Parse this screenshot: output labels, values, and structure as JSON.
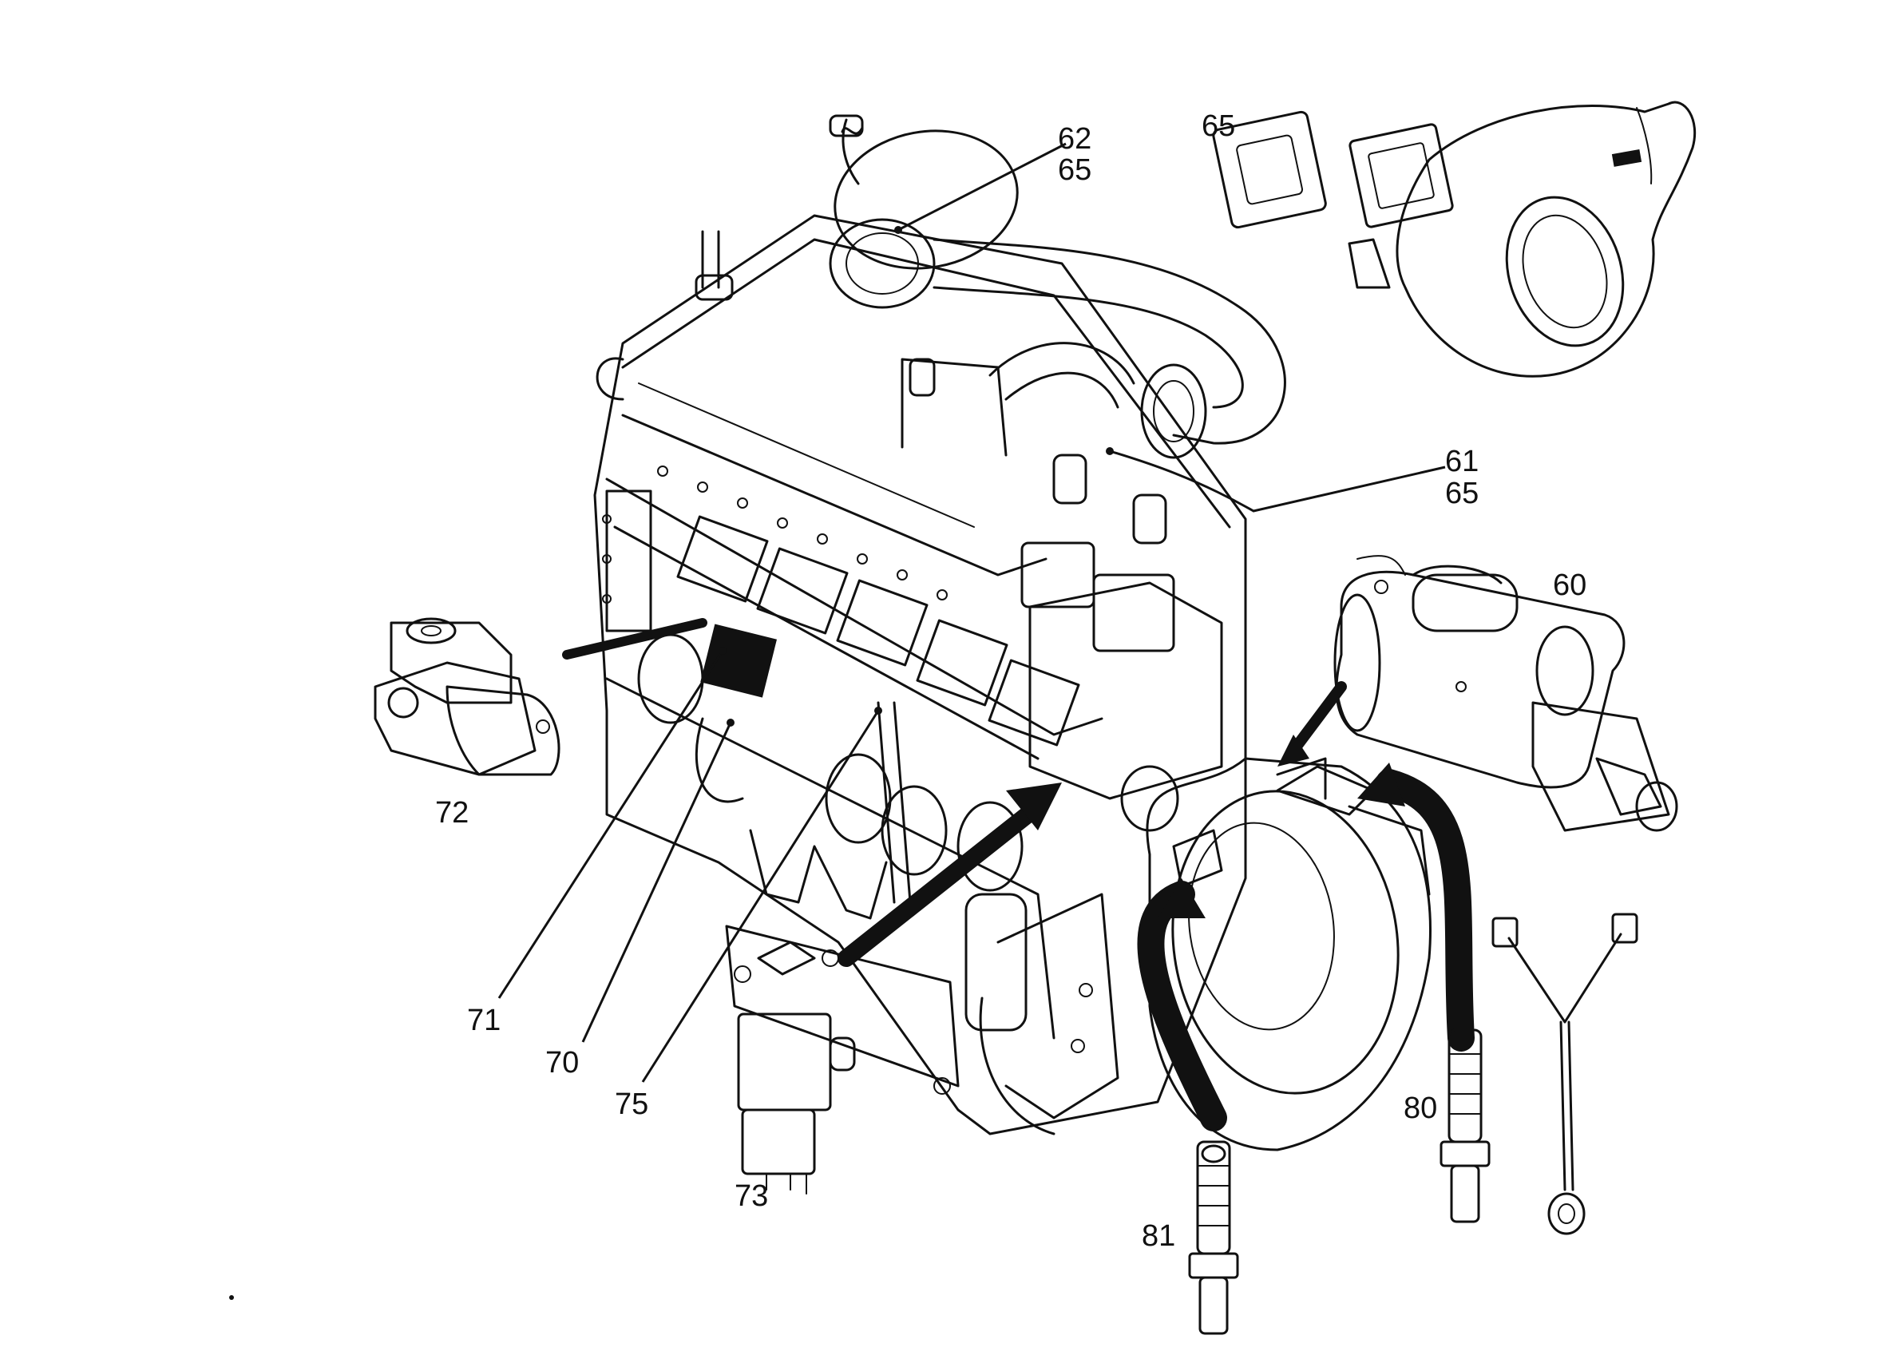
{
  "callouts": {
    "c62": "62",
    "c65a": "65",
    "c65b": "65",
    "c61": "61",
    "c65c": "65",
    "c60": "60",
    "c72": "72",
    "c71": "71",
    "c70": "70",
    "c75": "75",
    "c73": "73",
    "c80": "80",
    "c81": "81"
  }
}
